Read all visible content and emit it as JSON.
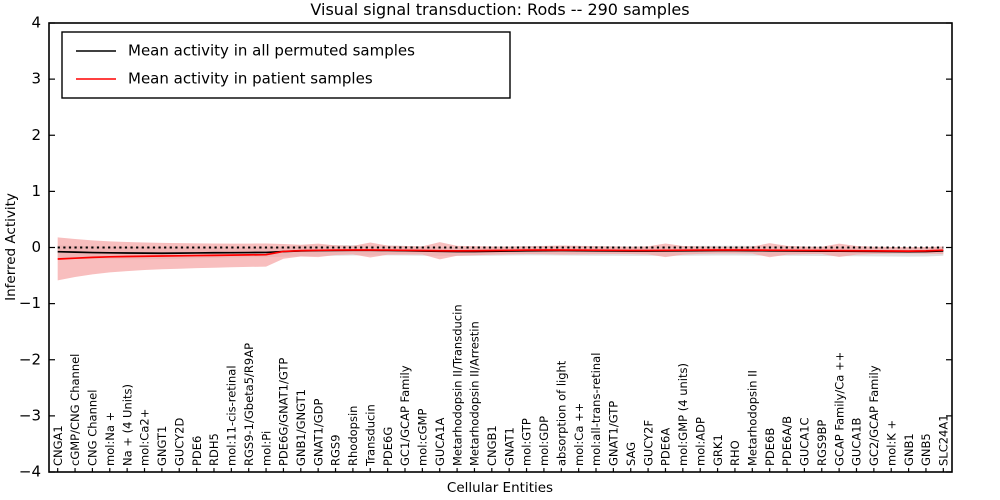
{
  "chart_data": {
    "type": "line",
    "title": "Visual signal transduction: Rods -- 290 samples",
    "xlabel": "Cellular Entities",
    "ylabel": "Inferred Activity",
    "ylim": [
      -4,
      4
    ],
    "yticks": [
      -4,
      -3,
      -2,
      -1,
      0,
      1,
      2,
      3,
      4
    ],
    "ytick_labels": [
      "−4",
      "−3",
      "−2",
      "−1",
      "0",
      "1",
      "2",
      "3",
      "4"
    ],
    "grid": false,
    "legend_position": "upper-left",
    "categories": [
      "CNGA1",
      "cGMP/CNG Channel",
      "CNG Channel",
      "mol:Na +",
      "Na + (4 Units)",
      "mol:Ca2+",
      "GNGT1",
      "GUCY2D",
      "PDE6",
      "RDH5",
      "mol:11-cis-retinal",
      "RGS9-1/Gbeta5/R9AP",
      "mol:Pi",
      "PDE6G/GNAT1/GTP",
      "GNB1/GNGT1",
      "GNAT1/GDP",
      "RGS9",
      "Rhodopsin",
      "Transducin",
      "PDE6G",
      "GC1/GCAP Family",
      "mol:cGMP",
      "GUCA1A",
      "Metarhodopsin II/Transducin",
      "Metarhodopsin II/Arrestin",
      "CNGB1",
      "GNAT1",
      "mol:GTP",
      "mol:GDP",
      "absorption of light",
      "mol:Ca ++",
      "mol:all-trans-retinal",
      "GNAT1/GTP",
      "SAG",
      "GUCY2F",
      "PDE6A",
      "mol:GMP (4 units)",
      "mol:ADP",
      "GRK1",
      "RHO",
      "Metarhodopsin II",
      "PDE6B",
      "PDE6A/B",
      "GUCA1C",
      "RGS9BP",
      "GCAP Family/Ca ++",
      "GUCA1B",
      "GC2/GCAP Family",
      "mol:K +",
      "GNB1",
      "GNB5",
      "SLC24A1"
    ],
    "series": [
      {
        "name": "Mean activity in all permuted samples",
        "color": "#000000",
        "style": "solid",
        "values": [
          -0.075,
          -0.082,
          -0.09,
          -0.095,
          -0.098,
          -0.1,
          -0.102,
          -0.1,
          -0.097,
          -0.094,
          -0.092,
          -0.09,
          -0.088,
          -0.072,
          -0.06,
          -0.055,
          -0.052,
          -0.05,
          -0.05,
          -0.052,
          -0.056,
          -0.062,
          -0.068,
          -0.072,
          -0.072,
          -0.068,
          -0.062,
          -0.058,
          -0.056,
          -0.055,
          -0.056,
          -0.058,
          -0.06,
          -0.062,
          -0.062,
          -0.06,
          -0.058,
          -0.056,
          -0.055,
          -0.055,
          -0.056,
          -0.058,
          -0.06,
          -0.062,
          -0.064,
          -0.066,
          -0.068,
          -0.07,
          -0.072,
          -0.074,
          -0.072,
          -0.06
        ],
        "band_upper": [
          0.04,
          0.03,
          0.022,
          0.016,
          0.01,
          0.006,
          0.002,
          0.0,
          -0.002,
          -0.004,
          -0.006,
          -0.006,
          -0.004,
          0.02,
          0.035,
          0.04,
          0.042,
          0.042,
          0.04,
          0.036,
          0.028,
          0.018,
          0.008,
          0.002,
          0.002,
          0.008,
          0.018,
          0.026,
          0.03,
          0.032,
          0.03,
          0.026,
          0.022,
          0.018,
          0.018,
          0.022,
          0.026,
          0.03,
          0.032,
          0.032,
          0.03,
          0.026,
          0.022,
          0.018,
          0.014,
          0.01,
          0.006,
          0.002,
          -0.002,
          -0.006,
          -0.004,
          0.012
        ],
        "band_lower": [
          -0.19,
          -0.194,
          -0.2,
          -0.206,
          -0.208,
          -0.208,
          -0.206,
          -0.2,
          -0.192,
          -0.184,
          -0.178,
          -0.174,
          -0.172,
          -0.164,
          -0.155,
          -0.15,
          -0.146,
          -0.142,
          -0.14,
          -0.14,
          -0.142,
          -0.146,
          -0.15,
          -0.152,
          -0.15,
          -0.146,
          -0.142,
          -0.14,
          -0.14,
          -0.142,
          -0.144,
          -0.146,
          -0.148,
          -0.15,
          -0.15,
          -0.148,
          -0.146,
          -0.144,
          -0.142,
          -0.142,
          -0.144,
          -0.146,
          -0.148,
          -0.15,
          -0.152,
          -0.154,
          -0.156,
          -0.158,
          -0.16,
          -0.162,
          -0.16,
          -0.146
        ],
        "band_color": "#d9d9d9"
      },
      {
        "name": "Mean activity in patient samples",
        "color": "#ff0000",
        "style": "solid",
        "values": [
          -0.205,
          -0.19,
          -0.176,
          -0.166,
          -0.16,
          -0.156,
          -0.152,
          -0.148,
          -0.144,
          -0.14,
          -0.136,
          -0.132,
          -0.128,
          -0.07,
          -0.056,
          -0.05,
          -0.046,
          -0.044,
          -0.044,
          -0.046,
          -0.05,
          -0.054,
          -0.058,
          -0.06,
          -0.058,
          -0.054,
          -0.05,
          -0.046,
          -0.044,
          -0.044,
          -0.046,
          -0.048,
          -0.05,
          -0.052,
          -0.052,
          -0.05,
          -0.048,
          -0.046,
          -0.045,
          -0.045,
          -0.046,
          -0.048,
          -0.05,
          -0.052,
          -0.054,
          -0.056,
          -0.058,
          -0.06,
          -0.062,
          -0.064,
          -0.06,
          -0.048
        ],
        "band_upper": [
          0.18,
          0.152,
          0.128,
          0.11,
          0.098,
          0.088,
          0.082,
          0.078,
          0.074,
          0.072,
          0.07,
          0.07,
          0.072,
          0.062,
          0.048,
          0.07,
          0.038,
          0.03,
          0.088,
          0.034,
          0.026,
          0.02,
          0.096,
          0.03,
          0.024,
          0.02,
          0.018,
          0.02,
          0.026,
          0.034,
          0.028,
          0.022,
          0.018,
          0.016,
          0.02,
          0.072,
          0.026,
          0.018,
          0.014,
          0.012,
          0.016,
          0.078,
          0.028,
          0.018,
          0.014,
          0.07,
          0.026,
          0.016,
          0.01,
          0.006,
          0.008,
          0.018
        ],
        "band_lower": [
          -0.585,
          -0.525,
          -0.478,
          -0.444,
          -0.42,
          -0.402,
          -0.388,
          -0.378,
          -0.368,
          -0.36,
          -0.352,
          -0.346,
          -0.34,
          -0.2,
          -0.16,
          -0.172,
          -0.134,
          -0.122,
          -0.178,
          -0.128,
          -0.124,
          -0.124,
          -0.212,
          -0.146,
          -0.138,
          -0.128,
          -0.12,
          -0.116,
          -0.118,
          -0.124,
          -0.122,
          -0.118,
          -0.116,
          -0.116,
          -0.122,
          -0.172,
          -0.126,
          -0.114,
          -0.108,
          -0.106,
          -0.11,
          -0.174,
          -0.128,
          -0.118,
          -0.114,
          -0.17,
          -0.126,
          -0.116,
          -0.11,
          -0.108,
          -0.11,
          -0.118
        ],
        "band_color": "#f5a3a3"
      },
      {
        "name": "zero-reference",
        "color": "#000000",
        "style": "dotted",
        "values": [
          0,
          0,
          0,
          0,
          0,
          0,
          0,
          0,
          0,
          0,
          0,
          0,
          0,
          0,
          0,
          0,
          0,
          0,
          0,
          0,
          0,
          0,
          0,
          0,
          0,
          0,
          0,
          0,
          0,
          0,
          0,
          0,
          0,
          0,
          0,
          0,
          0,
          0,
          0,
          0,
          0,
          0,
          0,
          0,
          0,
          0,
          0,
          0,
          0,
          0,
          0,
          0
        ]
      }
    ],
    "legend_entries": [
      {
        "label": "Mean activity in all permuted samples",
        "color": "#000000"
      },
      {
        "label": "Mean activity in patient samples",
        "color": "#ff0000"
      }
    ]
  }
}
